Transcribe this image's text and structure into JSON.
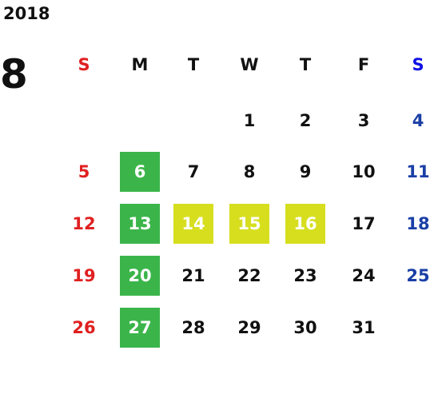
{
  "header": {
    "year": "2018",
    "month": "8"
  },
  "weekdays": [
    "S",
    "M",
    "T",
    "W",
    "T",
    "F",
    "S"
  ],
  "weeks": [
    [
      "",
      "",
      "",
      "1",
      "2",
      "3",
      "4"
    ],
    [
      "5",
      "6",
      "7",
      "8",
      "9",
      "10",
      "11"
    ],
    [
      "12",
      "13",
      "14",
      "15",
      "16",
      "17",
      "18"
    ],
    [
      "19",
      "20",
      "21",
      "22",
      "23",
      "24",
      "25"
    ],
    [
      "26",
      "27",
      "28",
      "29",
      "30",
      "31",
      ""
    ]
  ],
  "highlights": {
    "green": [
      "6",
      "13",
      "20",
      "27"
    ],
    "yellow": [
      "14",
      "15",
      "16"
    ]
  },
  "colors": {
    "sunday": "#e02020",
    "saturday": "#1a3fa6",
    "saturday_header": "#1010e6",
    "default": "#111111",
    "green_highlight": "#3bb54a",
    "yellow_highlight": "#d7de1e"
  }
}
